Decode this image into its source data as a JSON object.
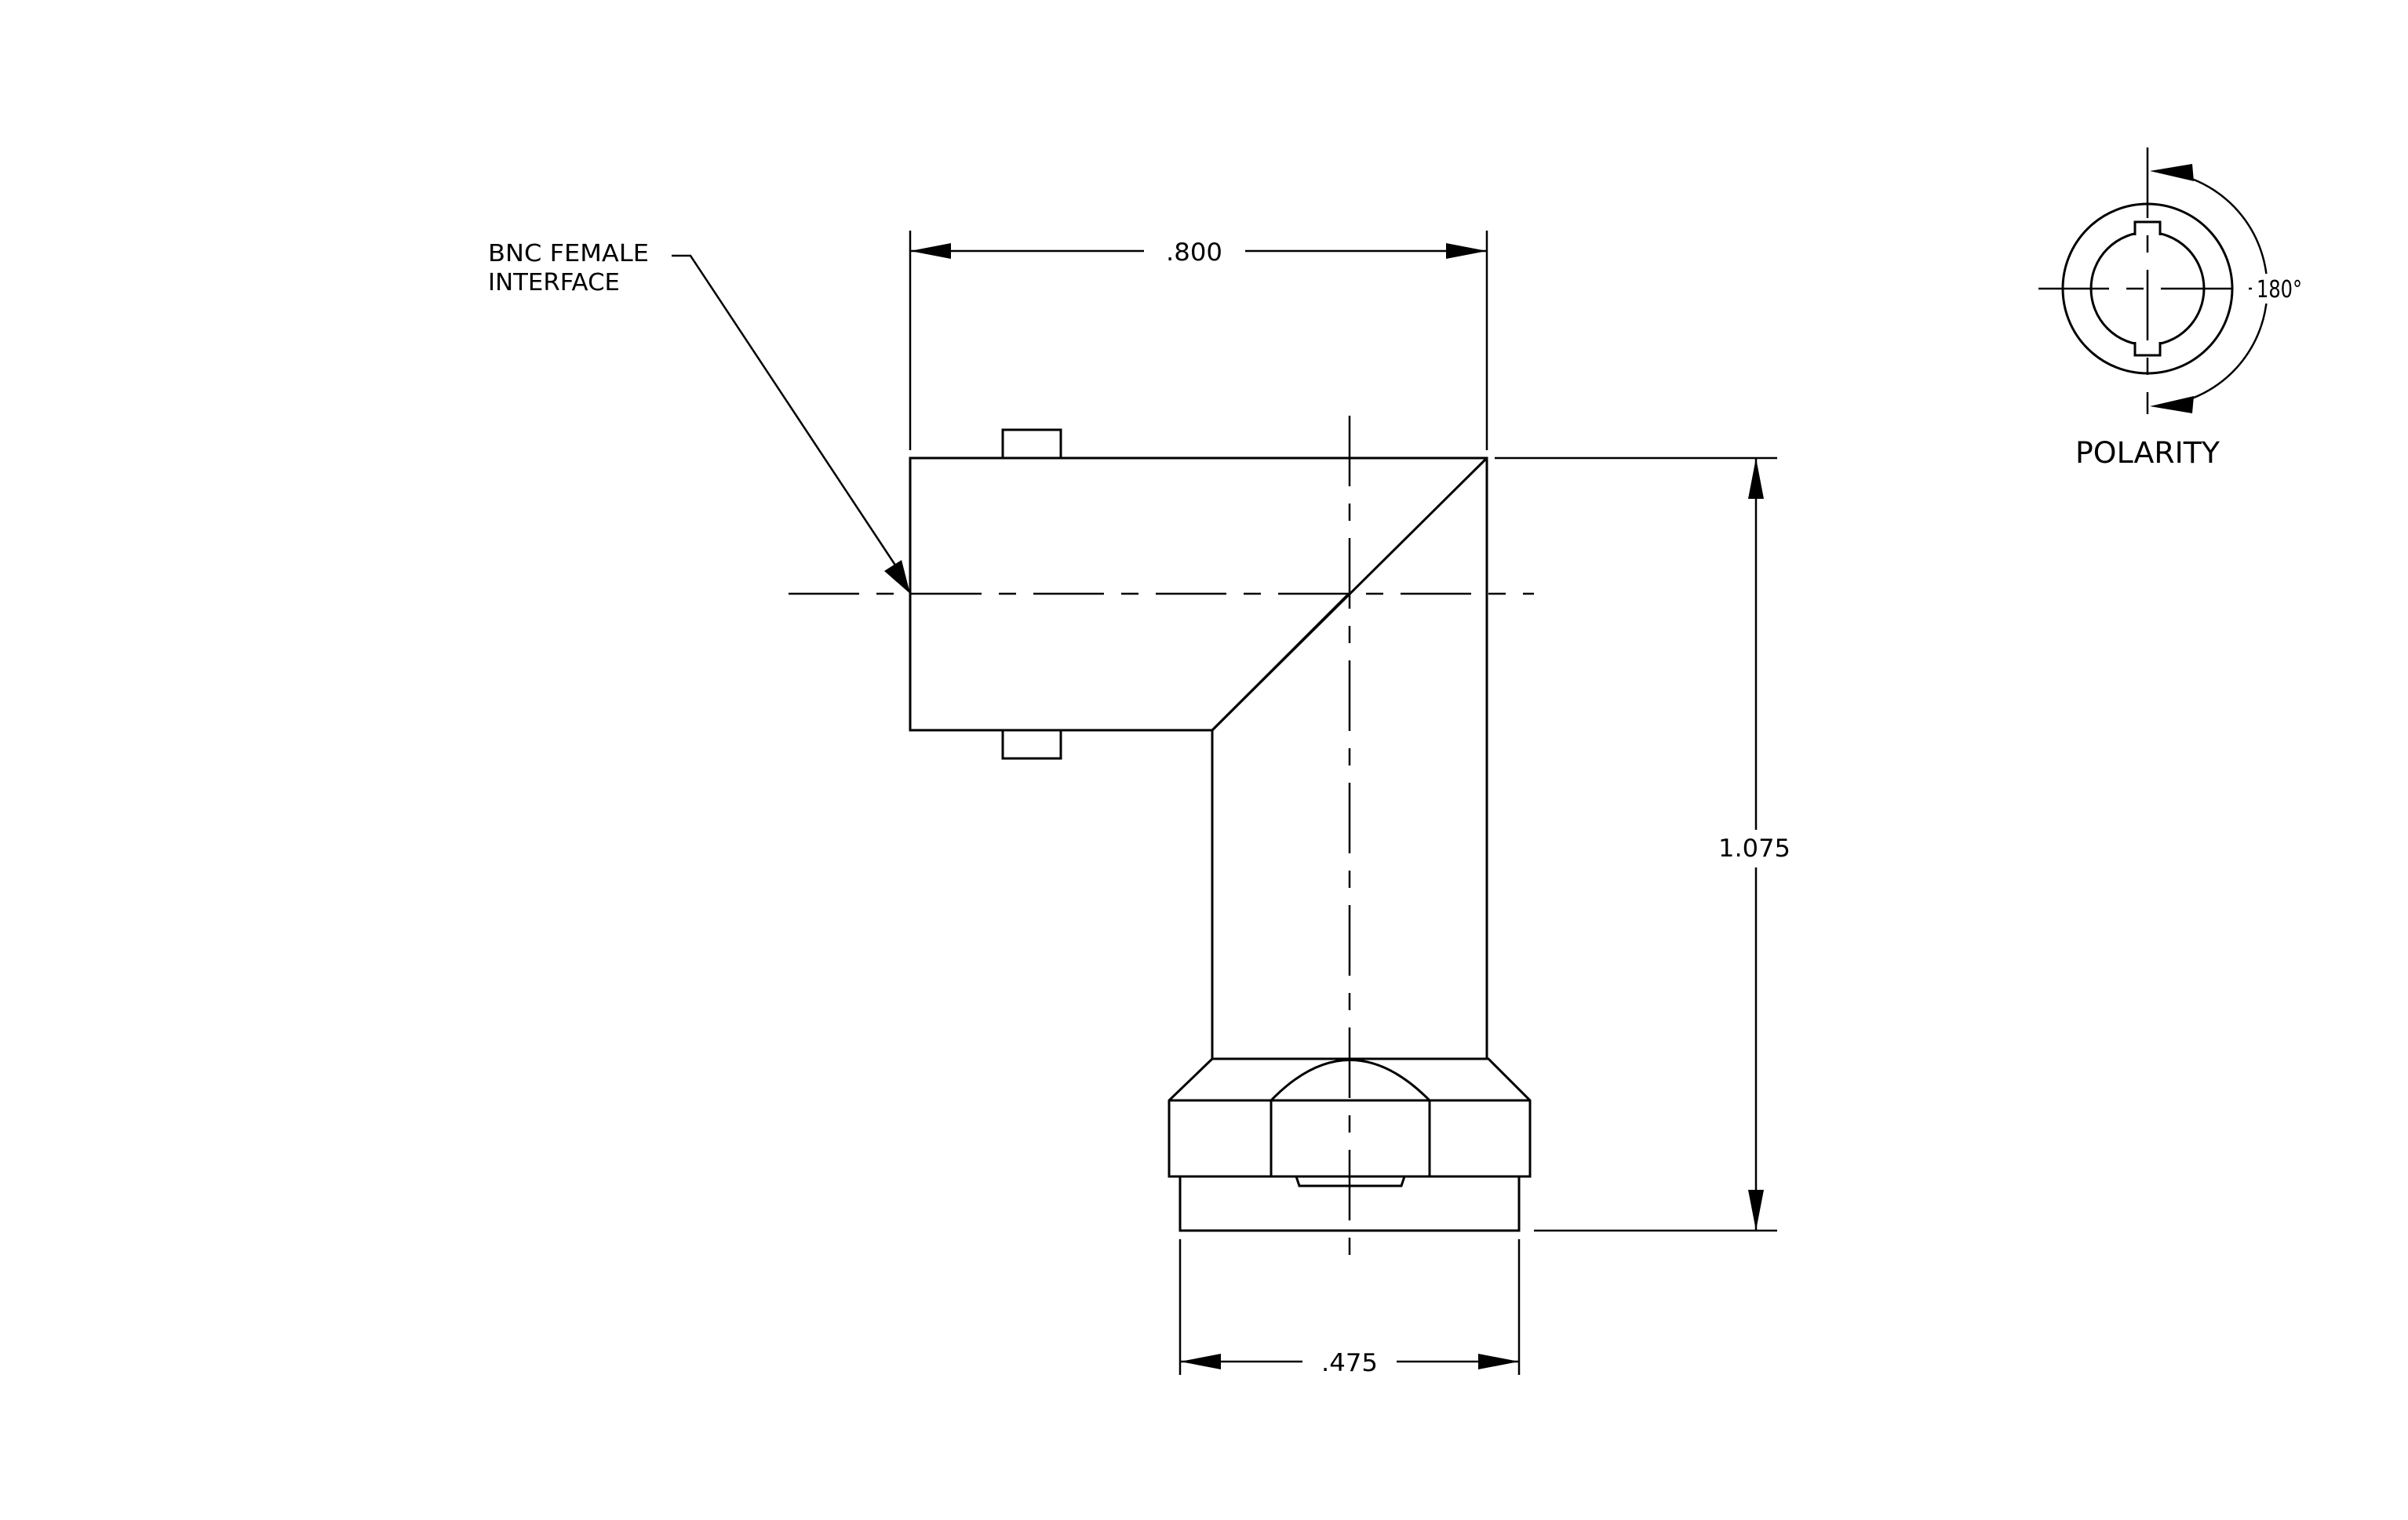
{
  "drawing": {
    "callout": {
      "line1": "BNC FEMALE",
      "line2": "INTERFACE"
    },
    "dimensions": {
      "width_top": ".800",
      "height_right": "1.075",
      "width_bottom": ".475"
    },
    "polarity": {
      "angle": "180°",
      "label": "POLARITY"
    }
  }
}
